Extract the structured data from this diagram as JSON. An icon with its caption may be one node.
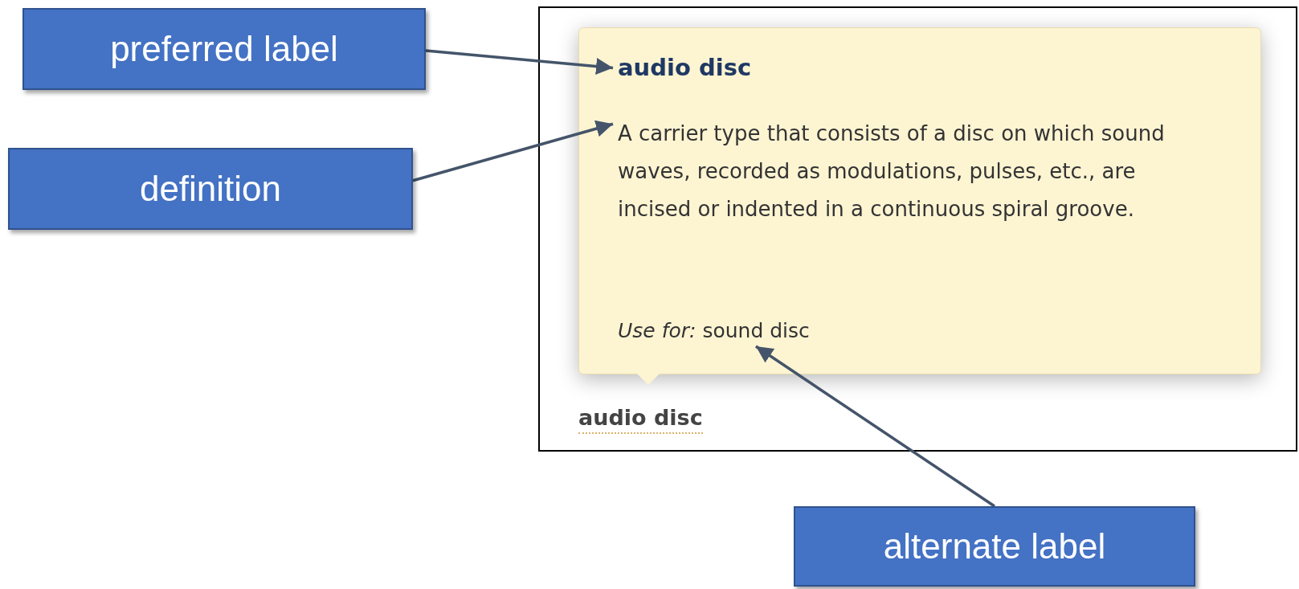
{
  "diagram": {
    "nodes": [
      {
        "text": [
          "preferred label"
        ]
      },
      {
        "text": [
          "definition"
        ]
      },
      {
        "text": [],
        "shape": "box"
      },
      {
        "text": [],
        "shape": "box",
        "in": 2
      },
      {
        "text": [
          "audio disc"
        ],
        "in": 3
      },
      {
        "text": [
          "A carrier type that consists of a disc on which sound waves, recorded as modulations, pulses, etc., are incised or indented in a continuous spiral groove."
        ],
        "in": 3
      },
      {
        "text": [
          "*Use for:* sound disc"
        ],
        "in": 3
      },
      {
        "text": [
          "audio disc"
        ],
        "in": 2
      },
      {
        "text": [
          "alternate label"
        ]
      }
    ],
    "edges": [
      {
        "from": 0,
        "to": 4,
        "arrow": "to"
      },
      {
        "from": 1,
        "to": 5,
        "arrow": "to"
      },
      {
        "from": 8,
        "to": 6,
        "arrow": "to"
      }
    ]
  }
}
